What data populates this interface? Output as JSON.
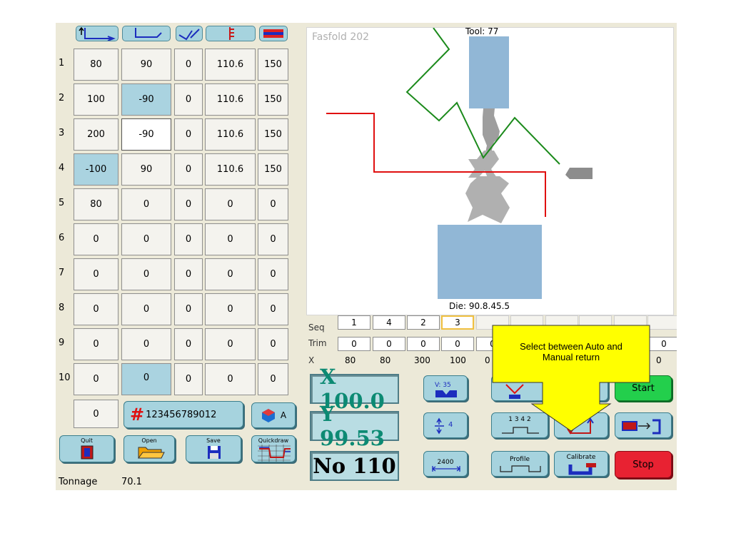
{
  "header_icons": [
    "height-x-icon",
    "bend-angle-icon",
    "crowning-icon",
    "y-depth-icon",
    "tool-icon"
  ],
  "rows": [
    {
      "n": "1",
      "c": [
        "80",
        "90",
        "0",
        "110.6",
        "150"
      ]
    },
    {
      "n": "2",
      "c": [
        "100",
        "-90",
        "0",
        "110.6",
        "150"
      ]
    },
    {
      "n": "3",
      "c": [
        "200",
        "-90",
        "0",
        "110.6",
        "150"
      ]
    },
    {
      "n": "4",
      "c": [
        "-100",
        "90",
        "0",
        "110.6",
        "150"
      ]
    },
    {
      "n": "5",
      "c": [
        "80",
        "0",
        "0",
        "0",
        "0"
      ]
    },
    {
      "n": "6",
      "c": [
        "0",
        "0",
        "0",
        "0",
        "0"
      ]
    },
    {
      "n": "7",
      "c": [
        "0",
        "0",
        "0",
        "0",
        "0"
      ]
    },
    {
      "n": "8",
      "c": [
        "0",
        "0",
        "0",
        "0",
        "0"
      ]
    },
    {
      "n": "9",
      "c": [
        "0",
        "0",
        "0",
        "0",
        "0"
      ]
    },
    {
      "n": "10",
      "c": [
        "0",
        "0",
        "0",
        "0",
        "0"
      ]
    }
  ],
  "bottom_value": "0",
  "program_number": "123456789012",
  "mode_label": "A",
  "buttons": {
    "quit": "Quit",
    "open": "Open",
    "save": "Save",
    "quickdraw": "Quickdraw"
  },
  "tonnage": {
    "label": "Tonnage",
    "value": "70.1"
  },
  "preview": {
    "program_name": "Fasfold 202",
    "tool": "Tool: 77",
    "die": "Die: 90.8.45.5"
  },
  "seq": {
    "labels": {
      "seq": "Seq",
      "trim": "Trim",
      "x": "X"
    },
    "seq_values": [
      "1",
      "4",
      "2",
      "3"
    ],
    "trim_values": [
      "0",
      "0",
      "0",
      "0",
      "0",
      "0"
    ],
    "x_values": [
      "80",
      "80",
      "300",
      "100",
      "0",
      "0"
    ]
  },
  "readouts": {
    "x": "X   100.0",
    "y": "Y   99.53",
    "no": "No 110"
  },
  "small_buttons": {
    "v": "V: 35",
    "stop_count": "4",
    "order": "1 3 4 2",
    "length": "2400",
    "profile": "Profile",
    "calibrate": "Calibrate"
  },
  "start_label": "Start",
  "stop_label": "Stop",
  "callout": "Select between Auto and Manual return",
  "colors": {
    "panel": "#ece9d8",
    "teal": "#a6d3de",
    "start": "#23cf4c",
    "stop": "#e82232",
    "callout": "#ffff00"
  }
}
